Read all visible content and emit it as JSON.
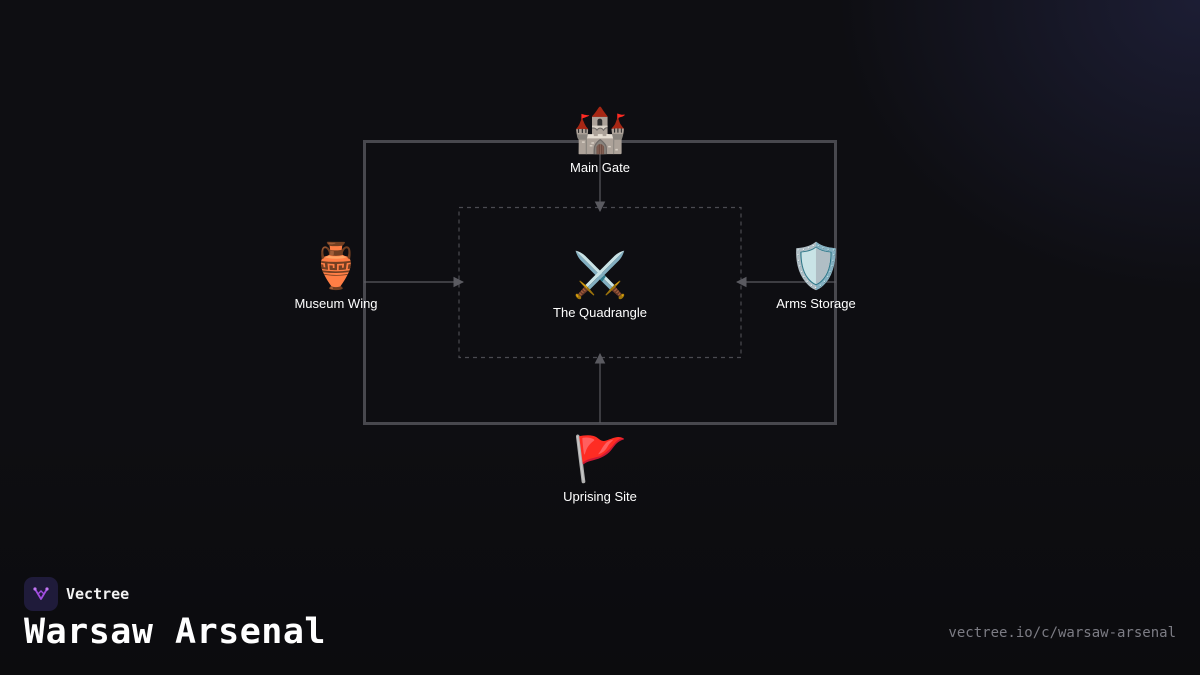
{
  "diagram": {
    "nodes": {
      "main_gate": {
        "label": "Main Gate",
        "icon": "castle-icon",
        "glyph": "🏰"
      },
      "quadrangle": {
        "label": "The Quadrangle",
        "icon": "crossed-swords-icon",
        "glyph": "⚔️"
      },
      "museum_wing": {
        "label": "Museum Wing",
        "icon": "amphora-icon",
        "glyph": "🏺"
      },
      "arms_storage": {
        "label": "Arms Storage",
        "icon": "shield-icon",
        "glyph": "🛡️"
      },
      "uprising_site": {
        "label": "Uprising Site",
        "icon": "red-flag-icon",
        "glyph": "🚩"
      }
    },
    "edges": [
      {
        "from": "main_gate",
        "to": "quadrangle"
      },
      {
        "from": "museum_wing",
        "to": "quadrangle"
      },
      {
        "from": "arms_storage",
        "to": "quadrangle"
      },
      {
        "from": "uprising_site",
        "to": "quadrangle"
      }
    ],
    "colors": {
      "outer_frame": "#48484e",
      "inner_frame": "#4a4a50",
      "edge": "#5a5a60"
    }
  },
  "footer": {
    "brand": "Vectree",
    "logo_icon": "vectree-logo-icon",
    "title": "Warsaw Arsenal",
    "url": "vectree.io/c/warsaw-arsenal",
    "accent": "#a14de0"
  }
}
